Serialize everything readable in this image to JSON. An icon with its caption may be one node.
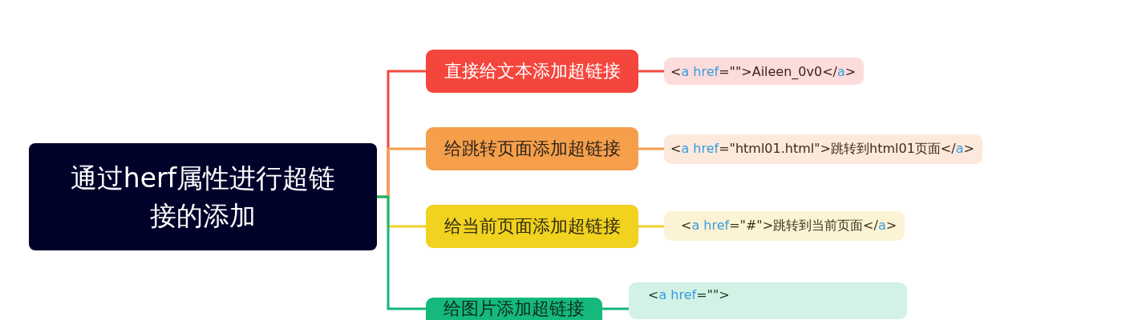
{
  "diagram": {
    "nodes": [
      {
        "text": [
          "通过herf属性进行超链接的添加"
        ]
      },
      {
        "text": [
          "直接给文本添加超链接"
        ]
      },
      {
        "text": [
          "<a href=\"\">Aileen_0v0</a>"
        ]
      },
      {
        "text": [
          "给跳转页面添加超链接"
        ]
      },
      {
        "text": [
          "<a href=\"html01.html\">跳转到html01页面</a>"
        ]
      },
      {
        "text": [
          "给当前页面添加超链接"
        ]
      },
      {
        "text": [
          "<a href=\"#\">跳转到当前页面</a>"
        ]
      },
      {
        "text": [
          "给图片添加超链接"
        ]
      },
      {
        "text": [
          "<a href=\"\">"
        ]
      }
    ],
    "edges": [
      {
        "from": 0,
        "to": 1,
        "arrow": "none",
        "color": "#f2473e"
      },
      {
        "from": 0,
        "to": 3,
        "arrow": "none",
        "color": "#f59c4b"
      },
      {
        "from": 0,
        "to": 5,
        "arrow": "none",
        "color": "#f1cf2a"
      },
      {
        "from": 0,
        "to": 7,
        "arrow": "none",
        "color": "#16b67b"
      },
      {
        "from": 1,
        "to": 2,
        "arrow": "none",
        "color": "#f2473e"
      },
      {
        "from": 3,
        "to": 4,
        "arrow": "none",
        "color": "#f59c4b"
      },
      {
        "from": 5,
        "to": 6,
        "arrow": "none",
        "color": "#f1cf2a"
      },
      {
        "from": 7,
        "to": 8,
        "arrow": "none",
        "color": "#16b67b"
      }
    ]
  }
}
